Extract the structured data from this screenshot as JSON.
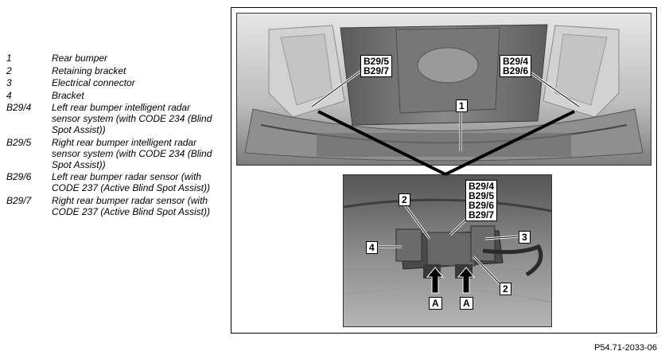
{
  "legend": [
    {
      "key": "1",
      "text": "Rear bumper"
    },
    {
      "key": "2",
      "text": "Retaining bracket"
    },
    {
      "key": "3",
      "text": "Electrical connector"
    },
    {
      "key": "4",
      "text": "Bracket"
    },
    {
      "key": "B29/4",
      "text": "Left rear bumper intelligent radar sensor system (with CODE 234 (Blind Spot Assist))"
    },
    {
      "key": "B29/5",
      "text": "Right rear bumper intelligent radar sensor system (with CODE 234 (Blind Spot Assist))"
    },
    {
      "key": "B29/6",
      "text": "Left rear bumper radar sensor (with CODE 237 (Active Blind Spot Assist))"
    },
    {
      "key": "B29/7",
      "text": "Right rear bumper radar sensor (with CODE 237 (Active Blind Spot Assist))"
    }
  ],
  "callouts": {
    "top_left": [
      "B29/5",
      "B29/7"
    ],
    "top_right": [
      "B29/4",
      "B29/6"
    ],
    "top_center": "1",
    "bottom_stack": [
      "B29/4",
      "B29/5",
      "B29/6",
      "B29/7"
    ],
    "bottom_2_upper": "2",
    "bottom_2_lower": "2",
    "bottom_3": "3",
    "bottom_4": "4",
    "arrow_a_left": "A",
    "arrow_a_right": "A"
  },
  "reference_code": "P54.71-2033-06"
}
